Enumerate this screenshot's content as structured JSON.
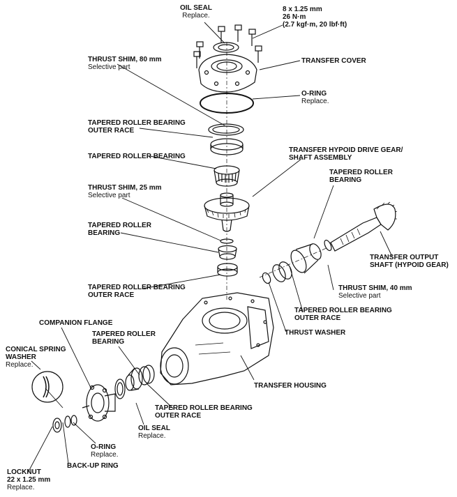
{
  "labels": {
    "oil_seal_top": {
      "title": "OIL SEAL",
      "note": "Replace."
    },
    "bolt_spec": {
      "l1": "8 x 1.25 mm",
      "l2": "26 N·m",
      "l3": "(2.7 kgf·m, 20 lbf·ft)"
    },
    "transfer_cover": {
      "title": "TRANSFER COVER"
    },
    "o_ring_top": {
      "title": "O-RING",
      "note": "Replace."
    },
    "thrust_shim_80": {
      "title": "THRUST SHIM, 80 mm",
      "note": "Selective part"
    },
    "trb_outer_race_1": {
      "l1": "TAPERED ROLLER BEARING",
      "l2": "OUTER RACE"
    },
    "trb_1": {
      "title": "TAPERED ROLLER BEARING"
    },
    "hypoid_drive_gear": {
      "l1": "TRANSFER HYPOID DRIVE GEAR/",
      "l2": "SHAFT ASSEMBLY"
    },
    "thrust_shim_25": {
      "title": "THRUST SHIM, 25 mm",
      "note": "Selective part"
    },
    "trb_right": {
      "l1": "TAPERED ROLLER",
      "l2": "BEARING"
    },
    "trb_2": {
      "l1": "TAPERED ROLLER",
      "l2": "BEARING"
    },
    "output_shaft": {
      "l1": "TRANSFER OUTPUT",
      "l2": "SHAFT (HYPOID GEAR)"
    },
    "trb_outer_race_2": {
      "l1": "TAPERED ROLLER BEARING",
      "l2": "OUTER RACE"
    },
    "thrust_shim_40": {
      "title": "THRUST SHIM, 40 mm",
      "note": "Selective part"
    },
    "trb_outer_race_right": {
      "l1": "TAPERED ROLLER BEARING",
      "l2": "OUTER RACE"
    },
    "thrust_washer": {
      "title": "THRUST WASHER"
    },
    "companion_flange": {
      "title": "COMPANION FLANGE"
    },
    "trb_3": {
      "l1": "TAPERED ROLLER",
      "l2": "BEARING"
    },
    "conical_washer": {
      "l1": "CONICAL SPRING",
      "l2": "WASHER",
      "note": "Replace."
    },
    "transfer_housing": {
      "title": "TRANSFER HOUSING"
    },
    "trb_outer_race_3": {
      "l1": "TAPERED ROLLER BEARING",
      "l2": "OUTER RACE"
    },
    "oil_seal_bottom": {
      "title": "OIL SEAL",
      "note": "Replace."
    },
    "o_ring_bottom": {
      "title": "O-RING",
      "note": "Replace."
    },
    "backup_ring": {
      "title": "BACK-UP RING"
    },
    "locknut": {
      "title": "LOCKNUT",
      "l2": "22 x 1.25 mm",
      "note": "Replace."
    }
  }
}
